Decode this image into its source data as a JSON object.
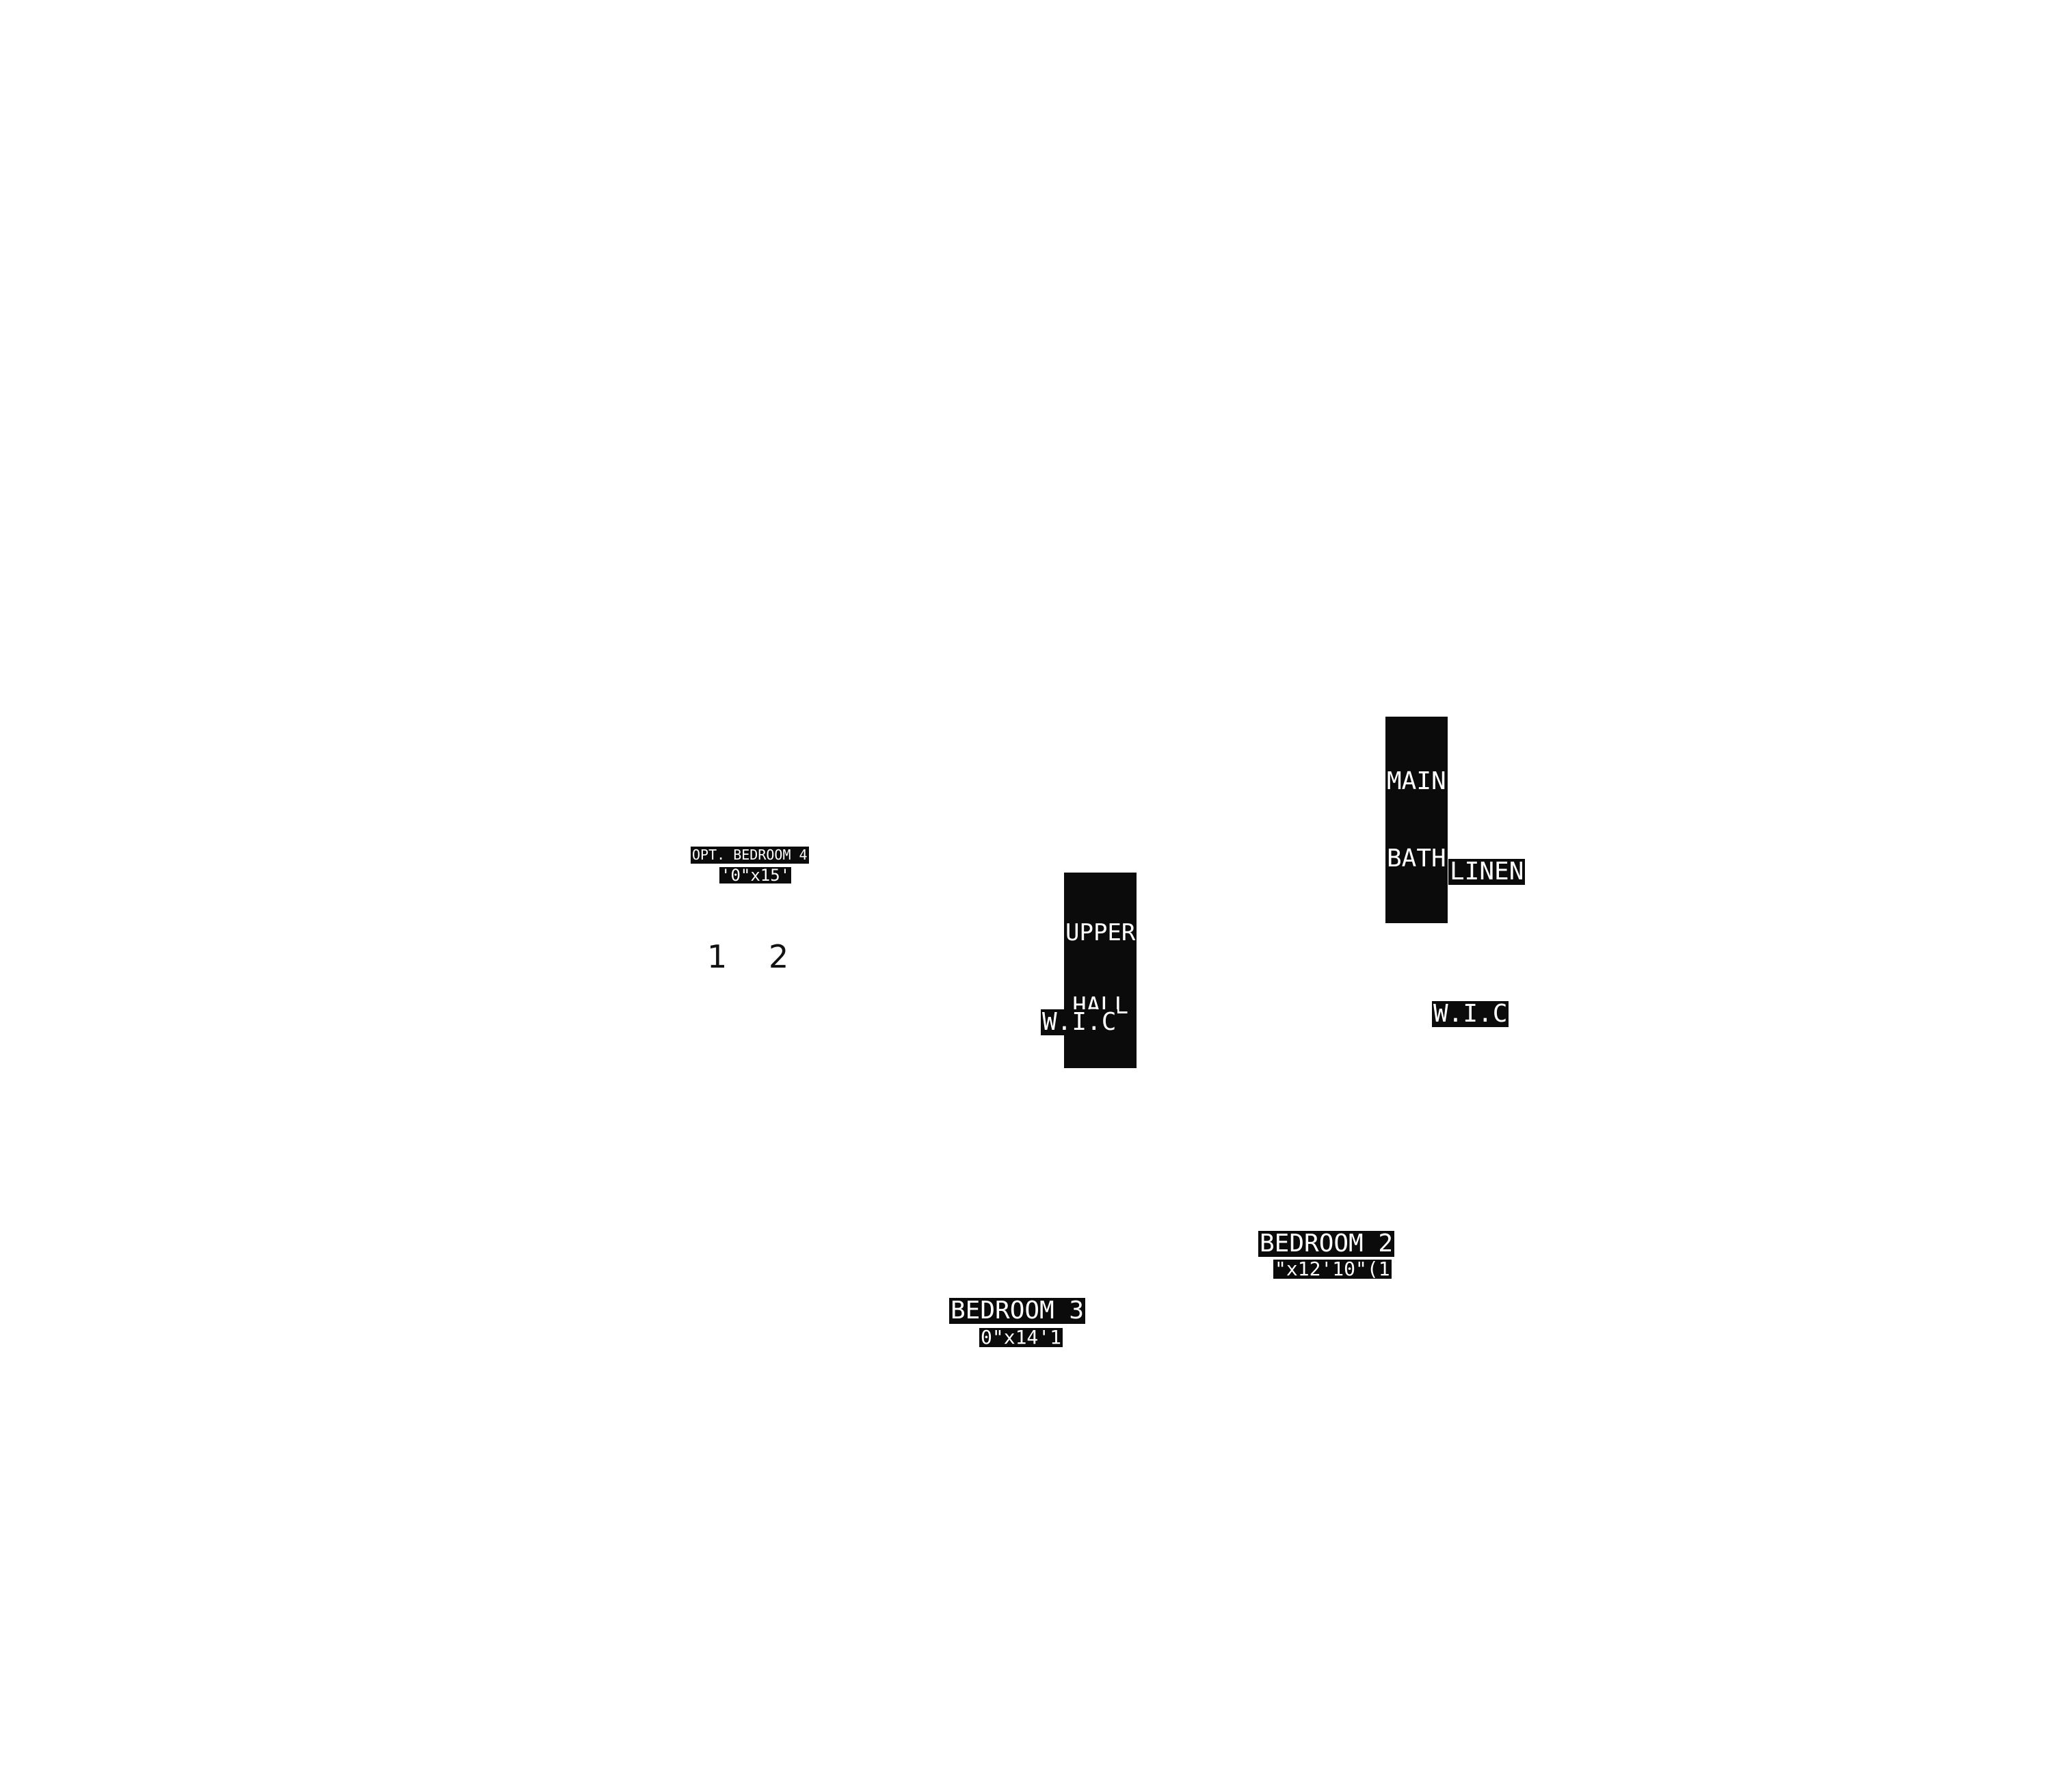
{
  "rooms": {
    "main_bath": {
      "line1": "MAIN",
      "line2": "BATH"
    },
    "opt_bedroom_4": {
      "name": "OPT. BEDROOM 4",
      "dims": "'0\"x15'"
    },
    "upper_hall": {
      "line1": "UPPER",
      "line2": "HALL"
    },
    "linen": {
      "name": "LINEN"
    },
    "wic_left": {
      "name": "W.I.C"
    },
    "wic_right": {
      "name": "W.I.C"
    },
    "bedroom_2": {
      "name": "BEDROOM 2",
      "dims": "\"x12'10\"(1"
    },
    "bedroom_3": {
      "name": "BEDROOM 3",
      "dims": "0\"x14'1"
    }
  },
  "markers": [
    "1",
    "2"
  ],
  "colors": {
    "label_bg": "#0b0b0b",
    "label_text": "#ffffff",
    "background": "#ffffff"
  }
}
